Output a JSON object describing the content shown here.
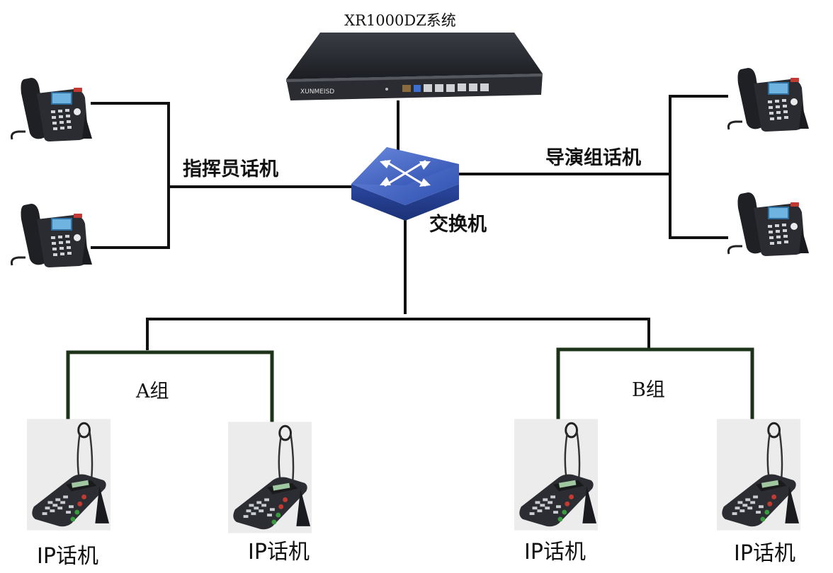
{
  "server": {
    "title": "XR1000DZ系统",
    "brand": "XUNMEISD"
  },
  "switch": {
    "label": "交换机"
  },
  "left_group": {
    "label": "指挥员话机"
  },
  "right_group": {
    "label": "导演组话机"
  },
  "group_a": {
    "label": "A组"
  },
  "group_b": {
    "label": "B组"
  },
  "ip_phones": [
    {
      "label": "IP话机"
    },
    {
      "label": "IP话机"
    },
    {
      "label": "IP话机"
    },
    {
      "label": "IP话机"
    }
  ],
  "colors": {
    "line": "#111111",
    "group_line": "#1c3319",
    "switch": "#2f4ea8"
  }
}
